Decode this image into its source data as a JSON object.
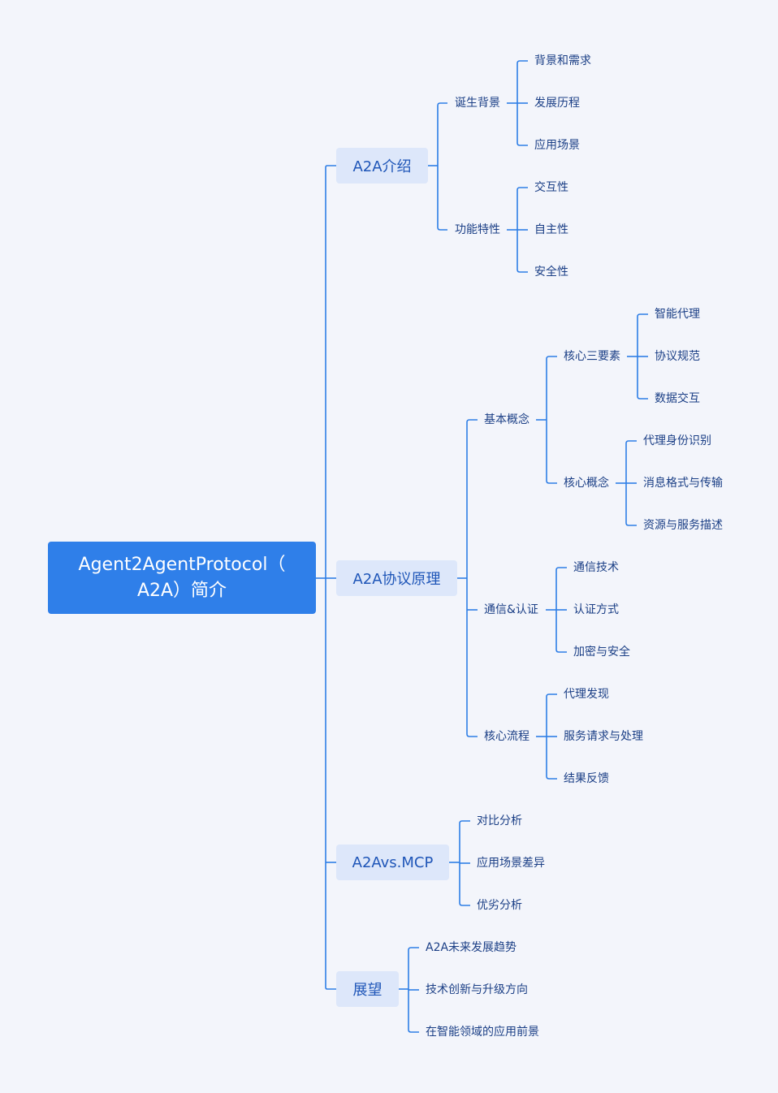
{
  "root": {
    "line1": "Agent2AgentProtocol（",
    "line2": "A2A）简介"
  },
  "branches": {
    "intro": {
      "label": "A2A介绍",
      "background": {
        "label": "诞生背景",
        "items": [
          "背景和需求",
          "发展历程",
          "应用场景"
        ]
      },
      "features": {
        "label": "功能特性",
        "items": [
          "交互性",
          "自主性",
          "安全性"
        ]
      }
    },
    "principle": {
      "label": "A2A协议原理",
      "basic": {
        "label": "基本概念",
        "elements": {
          "label": "核心三要素",
          "items": [
            "智能代理",
            "协议规范",
            "数据交互"
          ]
        },
        "concepts": {
          "label": "核心概念",
          "items": [
            "代理身份识别",
            "消息格式与传输",
            "资源与服务描述"
          ]
        }
      },
      "comm": {
        "label": "通信&认证",
        "items": [
          "通信技术",
          "认证方式",
          "加密与安全"
        ]
      },
      "flow": {
        "label": "核心流程",
        "items": [
          "代理发现",
          "服务请求与处理",
          "结果反馈"
        ]
      }
    },
    "vs": {
      "label": "A2Avs.MCP",
      "items": [
        "对比分析",
        "应用场景差异",
        "优劣分析"
      ]
    },
    "outlook": {
      "label": "展望",
      "items": [
        "A2A未来发展趋势",
        "技术创新与升级方向",
        "在智能领域的应用前景"
      ]
    }
  },
  "colors": {
    "background": "#f3f5fb",
    "root": "#2f7fe9",
    "branch": "#dde7fa",
    "line": "#2e7ee6",
    "text": "#1b3f86"
  }
}
